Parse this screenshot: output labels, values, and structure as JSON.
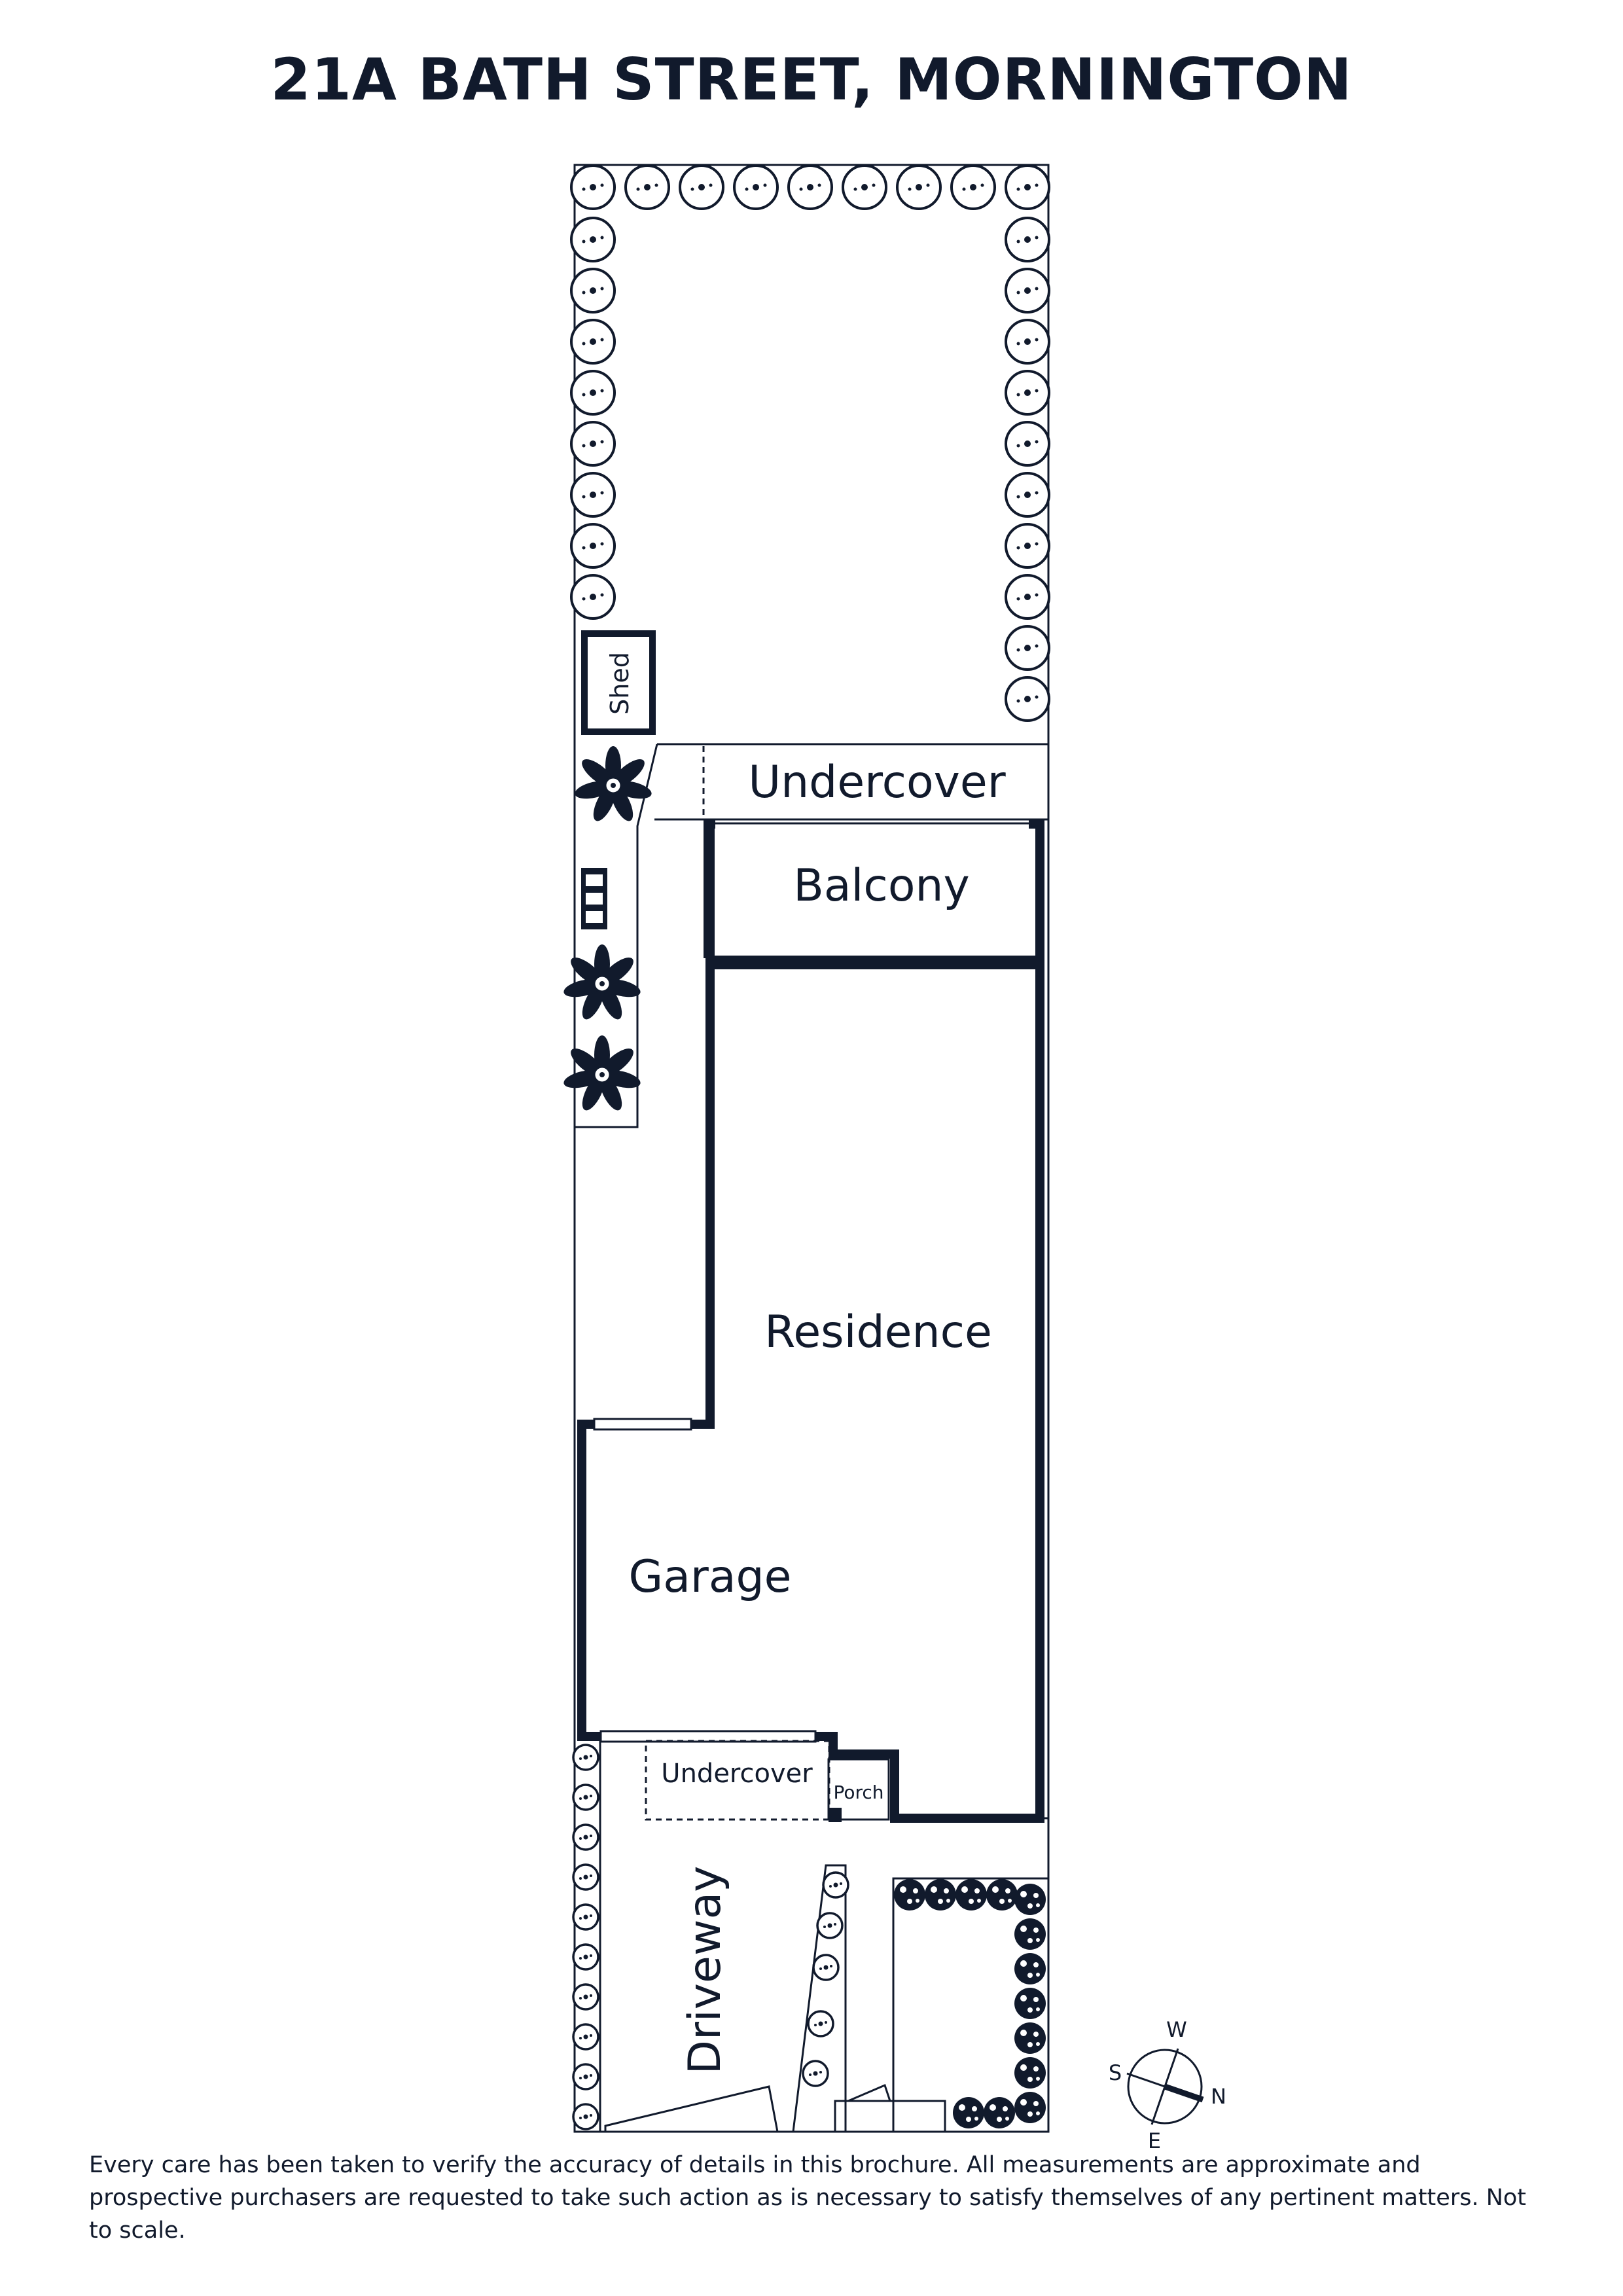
{
  "title": "21A BATH STREET, MORNINGTON",
  "rooms": {
    "shed": "Shed",
    "undercover_rear": "Undercover",
    "balcony": "Balcony",
    "residence": "Residence",
    "garage": "Garage",
    "undercover_front": "Undercover",
    "porch": "Porch",
    "driveway": "Driveway"
  },
  "compass": {
    "north": "N",
    "south": "S",
    "east": "E",
    "west": "W"
  },
  "disclaimer": "Every care has been taken to verify the accuracy of details in this brochure. All measurements are approximate and prospective purchasers are requested to take such action as is necessary to satisfy themselves of any pertinent matters. Not to scale.",
  "colors": {
    "ink": "#111a2c",
    "background": "#ffffff"
  },
  "icons": [
    "tree-icon",
    "palm-icon",
    "bench-icon",
    "shrub-icon",
    "compass-icon"
  ]
}
